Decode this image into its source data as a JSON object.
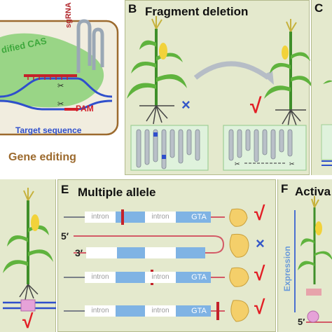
{
  "colors": {
    "panel_bg": "#e4e9cd",
    "panel_border": "#b3ba8c",
    "gene_editing_text": "#9c6a2e",
    "target_blue": "#2f4fcc",
    "pam_red": "#d31f2a",
    "cas_green": "#8fd27c",
    "cas_text": "#3ea83c",
    "sgrna_red": "#b0262b",
    "check_red": "#e21f26",
    "cross_blue": "#3457c8",
    "exon_blue": "#7fb3e4",
    "intron_box": "#ffffff",
    "gta_blue": "#5aa0dd",
    "expression_text": "#6a9ad9",
    "kernel_yellow": "#f4cf6a"
  },
  "panel_a": {
    "cas_label": "dified CAS",
    "sgrna_label": "sgRNA",
    "pam_label": "PAM",
    "target_label": "Target sequence",
    "caption": "Gene editing"
  },
  "panel_b": {
    "letter": "B",
    "title": "Fragment deletion"
  },
  "panel_c": {
    "letter": "C"
  },
  "panel_e": {
    "letter": "E",
    "title": "Multiple allele",
    "prime5": "5′",
    "prime3": "3′",
    "rows": [
      {
        "intron1": "intron",
        "intron2": "intron",
        "gta": "GTA",
        "result": "check"
      },
      {
        "intron1": "",
        "intron2": "",
        "gta": "",
        "result": "cross"
      },
      {
        "intron1": "intron",
        "intron2": "intron",
        "gta": "GTA",
        "result": "check"
      },
      {
        "intron1": "intron",
        "intron2": "intron",
        "gta": "GTA",
        "result": "check"
      }
    ]
  },
  "panel_f": {
    "letter": "F",
    "title": "Activa",
    "axis_label": "Expression",
    "prime5": "5′"
  },
  "symbols": {
    "check": "√",
    "cross": "×"
  }
}
